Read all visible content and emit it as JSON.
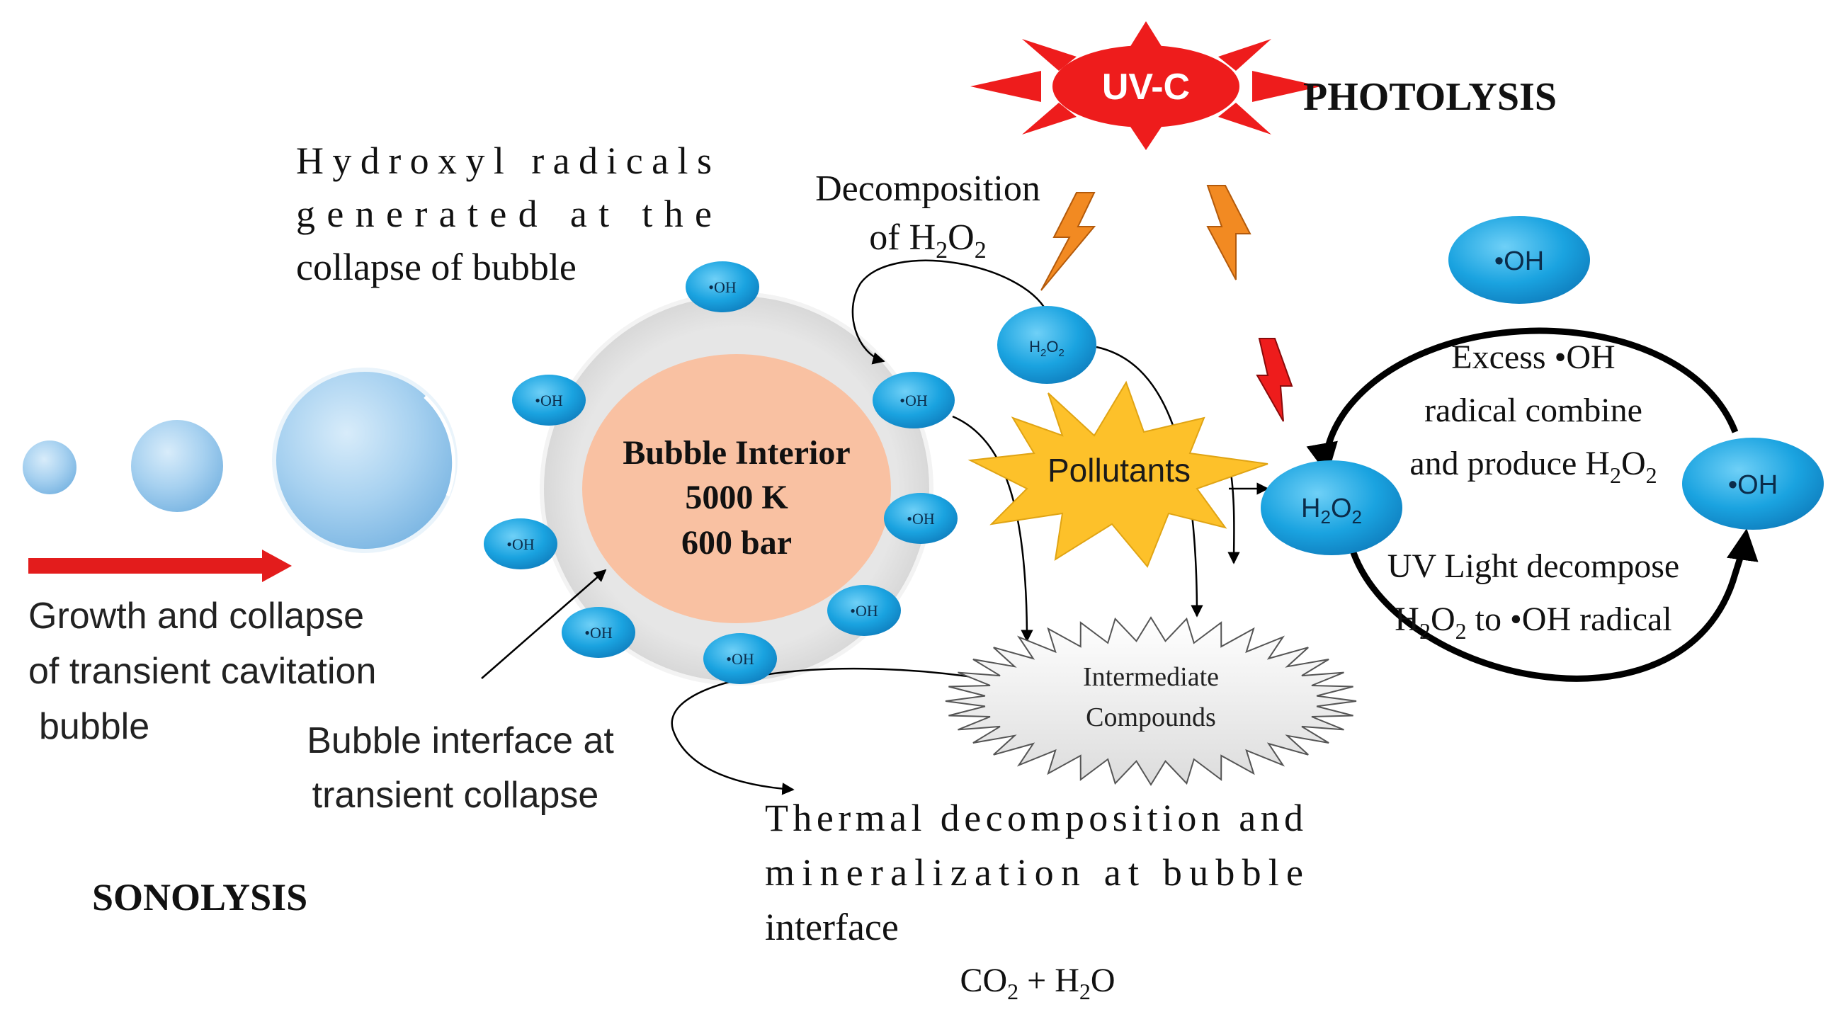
{
  "sonolysis": {
    "section_title": "SONOLYSIS",
    "growth_caption": [
      "Growth and collapse",
      "of transient cavitation",
      "bubble"
    ],
    "hydroxyl_caption": [
      "Hydroxyl radicals",
      "generated at the",
      "collapse of bubble"
    ],
    "interface_caption": [
      "Bubble interface at",
      "transient collapse"
    ],
    "bubble_interior": {
      "title": "Bubble Interior",
      "temperature": "5000 K",
      "pressure": "600 bar"
    },
    "radical_label": "•OH",
    "decomposition_caption": [
      "Decomposition",
      "of H",
      "2",
      "O",
      "2"
    ],
    "thermal_caption": [
      "Thermal decomposition and",
      "mineralization at bubble",
      "interface"
    ],
    "products": [
      "CO",
      "2",
      " + H",
      "2",
      "O"
    ],
    "h2o2_small": [
      "H",
      "2",
      "O",
      "2"
    ]
  },
  "center": {
    "pollutants_label": "Pollutants",
    "intermediate_label": [
      "Intermediate",
      "Compounds"
    ]
  },
  "photolysis": {
    "section_title": "PHOTOLYSIS",
    "uv_label": "UV-C",
    "oh_label": "•OH",
    "h2o2_label": [
      "H",
      "2",
      "O",
      "2"
    ],
    "cycle_top_caption": [
      "Excess •OH",
      "radical combine",
      "and produce H",
      "2",
      "O",
      "2"
    ],
    "cycle_bottom_caption": [
      "UV Light decompose",
      "H",
      "2",
      "O",
      "2",
      " to •OH radical"
    ]
  },
  "colors": {
    "radical_blue": "#1aa3e0",
    "bubble_blue": "#9cc9ea",
    "interior_fill": "#f9c1a2",
    "sun_red": "#ee1c1c",
    "pollutant_yellow": "#fdc12a",
    "bolt_orange": "#f28a22",
    "arrow_red": "#e31c1c"
  }
}
